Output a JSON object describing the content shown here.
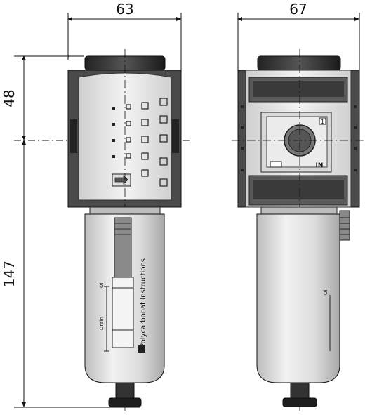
{
  "dimensions": {
    "front_width": "63",
    "side_width": "67",
    "top_height": "48",
    "bowl_height": "147"
  },
  "labels": {
    "bowl_text": "Polycarbonat Instructions",
    "oil_left": "Oil",
    "drain_left": "Drain",
    "oil_right": "Oil",
    "port_number": "1",
    "port_in": "IN"
  },
  "colors": {
    "body_light": "#e8e8e8",
    "body_mid": "#c8c8c8",
    "body_dark": "#555555",
    "cap": "#2a2a2a",
    "bowl": "#d6d6d6",
    "line": "#111111"
  }
}
